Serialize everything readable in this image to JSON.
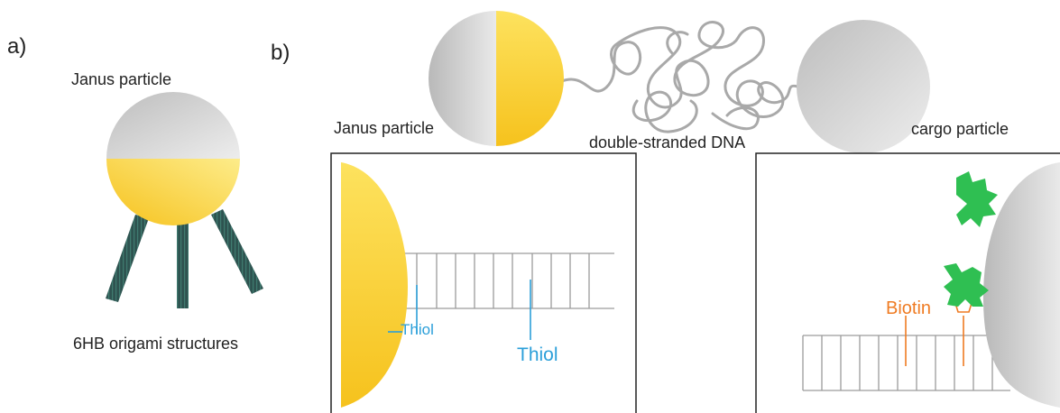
{
  "panel_a": {
    "letter": "a)",
    "janus_label": "Janus particle",
    "origami_label": "6HB origami structures"
  },
  "panel_b": {
    "letter": "b)",
    "janus_label": "Janus particle",
    "dna_label": "double-stranded DNA",
    "cargo_label": "cargo particle",
    "thiol_small": "Thiol",
    "thiol_large": "Thiol",
    "biotin": "Biotin"
  },
  "colors": {
    "gold": "#fde047",
    "gold_dark": "#f6c21d",
    "silver": "#d6d6d6",
    "silver_dark": "#9d9d9d",
    "dna": "#a9a9a9",
    "origami": "#2e5350",
    "thiol": "#2b9fd9",
    "biotin": "#ef7b22",
    "streptavidin": "#2fbf52"
  }
}
